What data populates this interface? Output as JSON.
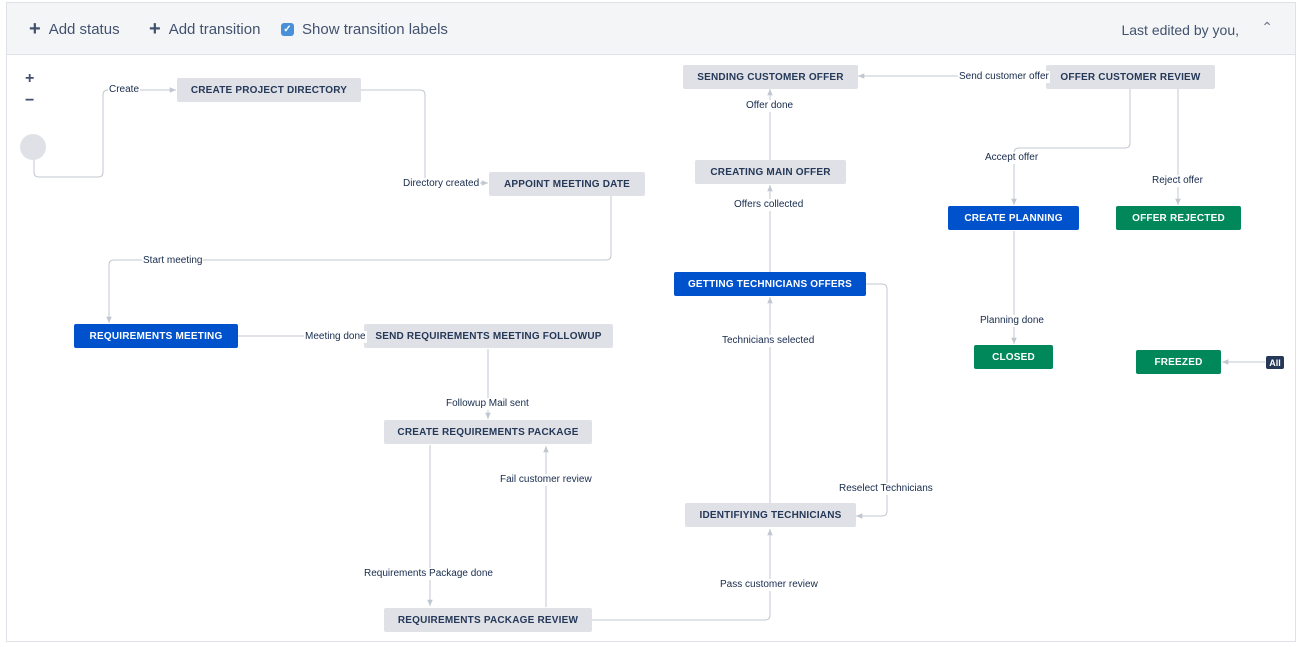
{
  "toolbar": {
    "add_status": "Add status",
    "add_transition": "Add transition",
    "show_labels": "Show transition labels",
    "show_labels_checked": true,
    "last_edited": "Last edited by you,"
  },
  "zoom": {
    "in": "+",
    "out": "−"
  },
  "all_badge": "All",
  "colors": {
    "blue": "#0052cc",
    "green": "#00875a",
    "grey": "#dfe1e6",
    "edge": "#c1c7d0"
  },
  "statuses": [
    {
      "id": "create_project_directory",
      "label": "CREATE PROJECT DIRECTORY",
      "category": "grey"
    },
    {
      "id": "appoint_meeting_date",
      "label": "APPOINT MEETING DATE",
      "category": "grey"
    },
    {
      "id": "requirements_meeting",
      "label": "REQUIREMENTS MEETING",
      "category": "blue"
    },
    {
      "id": "send_requirements_meeting_followup",
      "label": "SEND REQUIREMENTS MEETING FOLLOWUP",
      "category": "grey"
    },
    {
      "id": "create_requirements_package",
      "label": "CREATE REQUIREMENTS PACKAGE",
      "category": "grey"
    },
    {
      "id": "requirements_package_review",
      "label": "REQUIREMENTS PACKAGE REVIEW",
      "category": "grey"
    },
    {
      "id": "identifying_technicians",
      "label": "IDENTIFIYING TECHNICIANS",
      "category": "grey"
    },
    {
      "id": "getting_technicians_offers",
      "label": "GETTING TECHNICIANS OFFERS",
      "category": "blue"
    },
    {
      "id": "creating_main_offer",
      "label": "CREATING MAIN OFFER",
      "category": "grey"
    },
    {
      "id": "sending_customer_offer",
      "label": "SENDING CUSTOMER OFFER",
      "category": "grey"
    },
    {
      "id": "offer_customer_review",
      "label": "OFFER CUSTOMER REVIEW",
      "category": "grey"
    },
    {
      "id": "create_planning",
      "label": "CREATE PLANNING",
      "category": "blue"
    },
    {
      "id": "offer_rejected",
      "label": "OFFER REJECTED",
      "category": "green"
    },
    {
      "id": "closed",
      "label": "CLOSED",
      "category": "green"
    },
    {
      "id": "freezed",
      "label": "FREEZED",
      "category": "green"
    }
  ],
  "transitions": [
    {
      "id": "create",
      "label": "Create"
    },
    {
      "id": "directory_created",
      "label": "Directory created"
    },
    {
      "id": "start_meeting",
      "label": "Start meeting"
    },
    {
      "id": "meeting_done",
      "label": "Meeting done"
    },
    {
      "id": "followup_mail_sent",
      "label": "Followup Mail sent"
    },
    {
      "id": "requirements_package_done",
      "label": "Requirements Package done"
    },
    {
      "id": "fail_customer_review",
      "label": "Fail customer review"
    },
    {
      "id": "pass_customer_review",
      "label": "Pass customer review"
    },
    {
      "id": "reselect_technicians",
      "label": "Reselect Technicians"
    },
    {
      "id": "technicians_selected",
      "label": "Technicians selected"
    },
    {
      "id": "offers_collected",
      "label": "Offers collected"
    },
    {
      "id": "offer_done",
      "label": "Offer done"
    },
    {
      "id": "send_customer_offer",
      "label": "Send customer offer"
    },
    {
      "id": "accept_offer",
      "label": "Accept offer"
    },
    {
      "id": "reject_offer",
      "label": "Reject offer"
    },
    {
      "id": "planning_done",
      "label": "Planning done"
    }
  ]
}
